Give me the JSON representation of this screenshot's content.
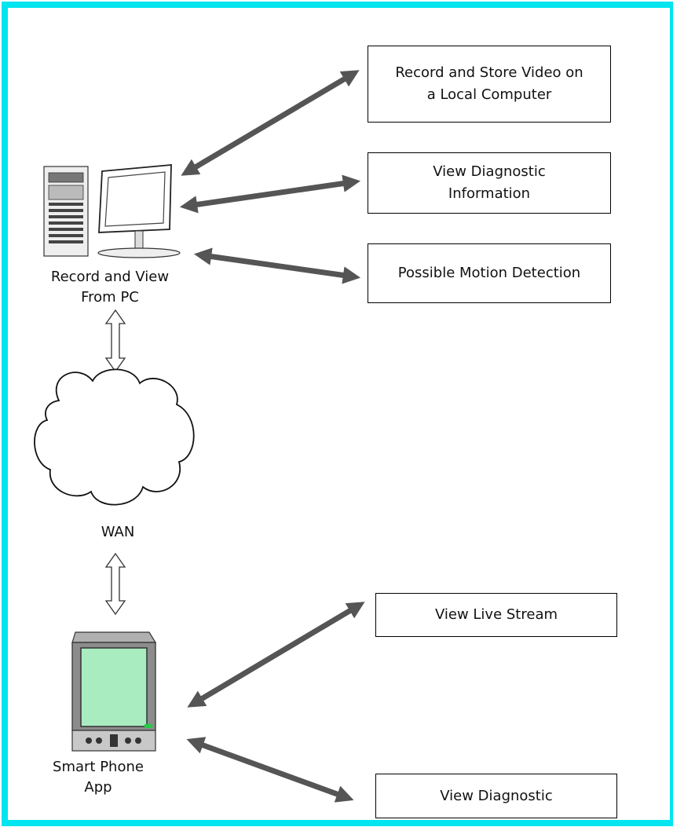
{
  "boxes": {
    "record_store": "Record and Store Video on\na Local Computer",
    "view_diag_info": "View Diagnostic\nInformation",
    "motion_detection": "Possible Motion Detection",
    "view_live_stream": "View Live Stream",
    "view_diagnostic": "View Diagnostic"
  },
  "labels": {
    "pc": "Record and View\nFrom PC",
    "wan": "WAN",
    "phone": "Smart Phone\nApp"
  },
  "colors": {
    "frame": "#00e5ef",
    "arrow": "#555555",
    "phone_screen": "#a8ecc0",
    "phone_led": "#22cc44"
  },
  "icons": [
    "pc-tower-icon",
    "monitor-icon",
    "cloud-icon",
    "smartphone-icon"
  ]
}
